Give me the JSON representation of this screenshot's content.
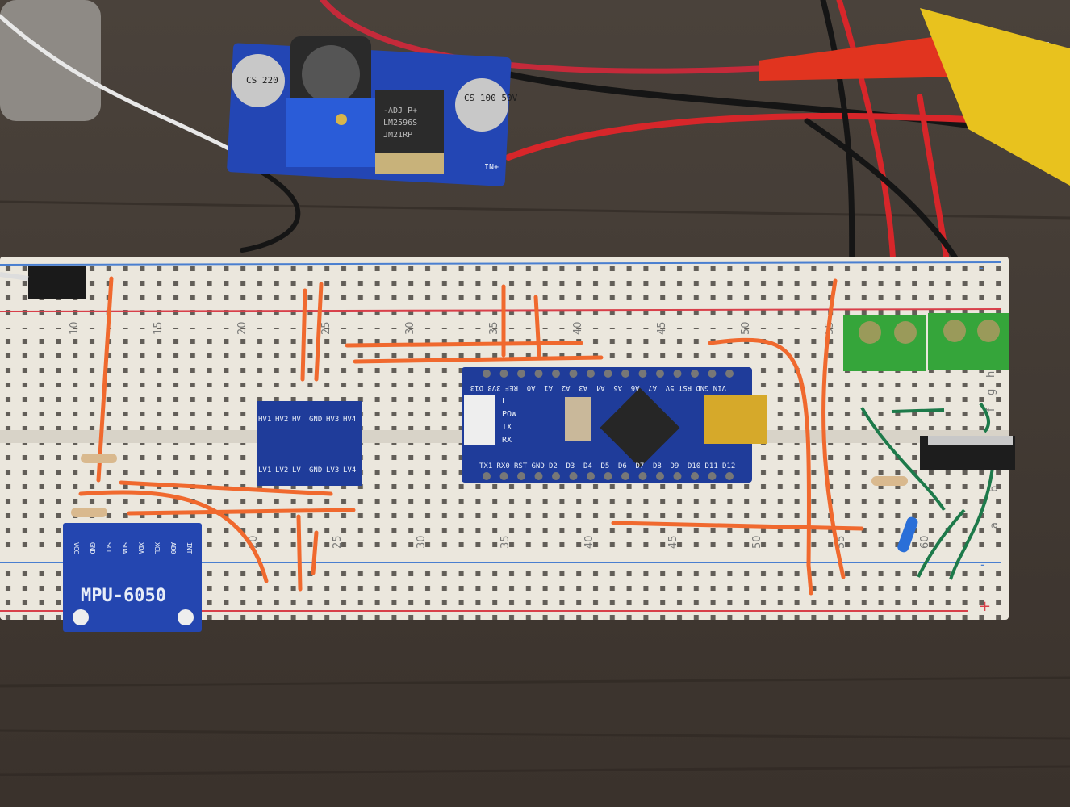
{
  "breadboard": {
    "top_row_numbers": [
      "10",
      "15",
      "20",
      "25",
      "30",
      "35",
      "40",
      "45",
      "50",
      "55"
    ],
    "bottom_row_numbers": [
      "20",
      "25",
      "30",
      "35",
      "40",
      "45",
      "50",
      "55",
      "60"
    ],
    "row_letters": [
      "f",
      "g",
      "h",
      "a",
      "b"
    ],
    "rail_minus": "-",
    "rail_plus": "+"
  },
  "buck_converter": {
    "chip_line1": "JM21RP",
    "chip_line2": "LM2596S",
    "chip_line3": "-ADJ P+",
    "cap_left": "CS 220",
    "cap_right": "CS 100 50V",
    "in_label": "IN+"
  },
  "arduino_nano": {
    "top_pins": [
      "VIN",
      "GND",
      "RST",
      "5V",
      "A7",
      "A6",
      "A5",
      "A4",
      "A3",
      "A2",
      "A1",
      "A0",
      "REF",
      "3V3",
      "D13"
    ],
    "bottom_pins": [
      "TX1",
      "RX0",
      "RST",
      "GND",
      "D2",
      "D3",
      "D4",
      "D5",
      "D6",
      "D7",
      "D8",
      "D9",
      "D10",
      "D11",
      "D12"
    ],
    "led_labels": [
      "L",
      "POW",
      "TX",
      "RX"
    ]
  },
  "level_shifter": {
    "top_labels": [
      "HV1",
      "HV2",
      "HV",
      "GND",
      "HV3",
      "HV4"
    ],
    "bottom_labels": [
      "LV1",
      "LV2",
      "LV",
      "GND",
      "LV3",
      "LV4"
    ]
  },
  "mpu6050": {
    "title": "MPU-6050",
    "pins": [
      "VCC",
      "GND",
      "SCL",
      "SDA",
      "XDA",
      "XCL",
      "AD0",
      "INT"
    ]
  },
  "colors": {
    "wood": "#3e3630",
    "breadboard": "#ebe7dd",
    "pcb_blue": "#1f3c9a",
    "jumper_orange": "#f0692e",
    "terminal_green": "#35a53a",
    "wire_red": "#d7262a",
    "wire_black": "#151515"
  }
}
